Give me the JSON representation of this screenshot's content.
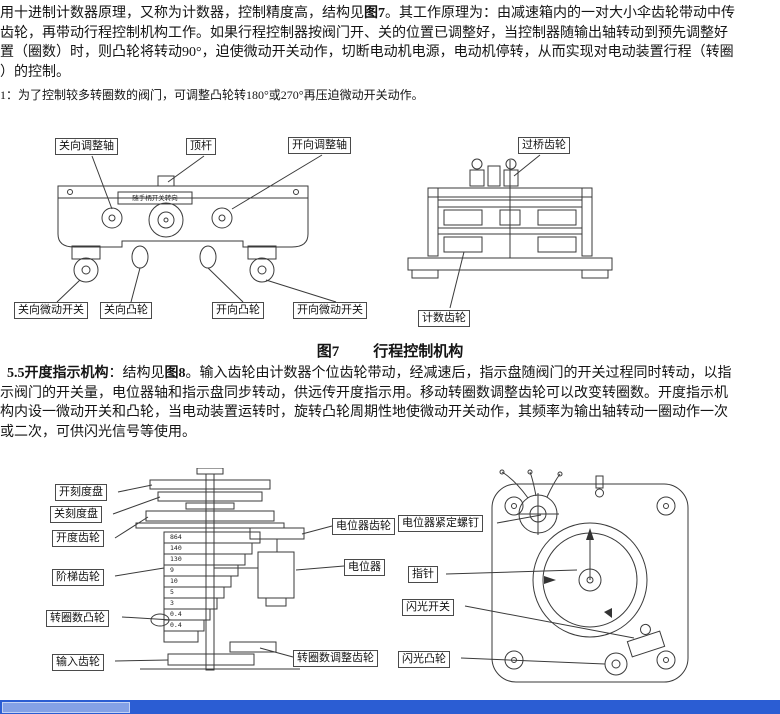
{
  "colors": {
    "footer_bar": "#2b5dd3",
    "footer_box": "#84a1e6",
    "line_art": "#3a3a3a"
  },
  "intro": {
    "lines": [
      [
        {
          "t": "用十进制计数器原理，又称为计数器，控制精度高，结构见",
          "b": false
        },
        {
          "t": "图7",
          "b": true
        },
        {
          "t": "。其工作原理为：由减速箱内的一对大小伞齿轮带动中传",
          "b": false
        }
      ],
      [
        {
          "t": "齿轮，再带动行程控制机构工作。如果行程控制器按阀门开、关的位置已调整好，当控制器随输出轴转动到预先调整好",
          "b": false
        }
      ],
      [
        {
          "t": "置（圈数）时，则凸轮将转动90°，迫使微动开关动作，切断电动机电源，电动机停转，从而实现对电动装置行程（转圈",
          "b": false
        }
      ],
      [
        {
          "t": "）的控制。",
          "b": false
        }
      ]
    ],
    "note": "1：为了控制较多转圈数的阀门，可调整凸轮转180°或270°再压迫微动开关动作。"
  },
  "figure7": {
    "inner_note": "随手柄开关转向",
    "labels": {
      "close_adjust_shaft": "关向调整轴",
      "push_rod": "顶杆",
      "open_adjust_shaft": "开向调整轴",
      "bridge_gear": "过桥齿轮",
      "close_microswitch": "关向微动开关",
      "close_cam": "关向凸轮",
      "open_cam": "开向凸轮",
      "open_microswitch": "开向微动开关",
      "counter_gear": "计数齿轮"
    },
    "caption_no": "图7",
    "caption_title": "行程控制机构"
  },
  "section55": {
    "lines": [
      [
        {
          "t": "  5.5开度指示机构",
          "b": true
        },
        {
          "t": "：结构见",
          "b": false
        },
        {
          "t": "图8",
          "b": true
        },
        {
          "t": "。输入齿轮由计数器个位齿轮带动，经减速后，指示盘随阀门的开关过程同时转动，以指",
          "b": false
        }
      ],
      [
        {
          "t": "示阀门的开关量，电位器轴和指示盘同步转动，供远传开度指示用。移动转圈数调整齿轮可以改变转圈数。开度指示机",
          "b": false
        }
      ],
      [
        {
          "t": "构内设一微动开关和凸轮，当电动装置运转时，旋转凸轮周期性地使微动开关动作，其频率为输出轴转动一圈动作一次",
          "b": false
        }
      ],
      [
        {
          "t": "或二次，可供闪光信号等使用。",
          "b": false
        }
      ]
    ]
  },
  "figure8": {
    "labels": {
      "open_dial": "开刻度盘",
      "close_dial": "关刻度盘",
      "opening_gear": "开度齿轮",
      "step_gear": "阶梯齿轮",
      "turns_cam": "转圈数凸轮",
      "input_gear": "输入齿轮",
      "pot_gear": "电位器齿轮",
      "potentiometer": "电位器",
      "turns_adjust_gear": "转圈数调整齿轮",
      "pot_set_screw": "电位器紧定螺钉",
      "pointer": "指针",
      "flash_switch": "闪光开关",
      "flash_cam": "闪光凸轮"
    },
    "step_numbers": [
      "864",
      "140",
      "130",
      "9",
      "10",
      "5",
      "3",
      "0.4",
      "0.4"
    ]
  }
}
